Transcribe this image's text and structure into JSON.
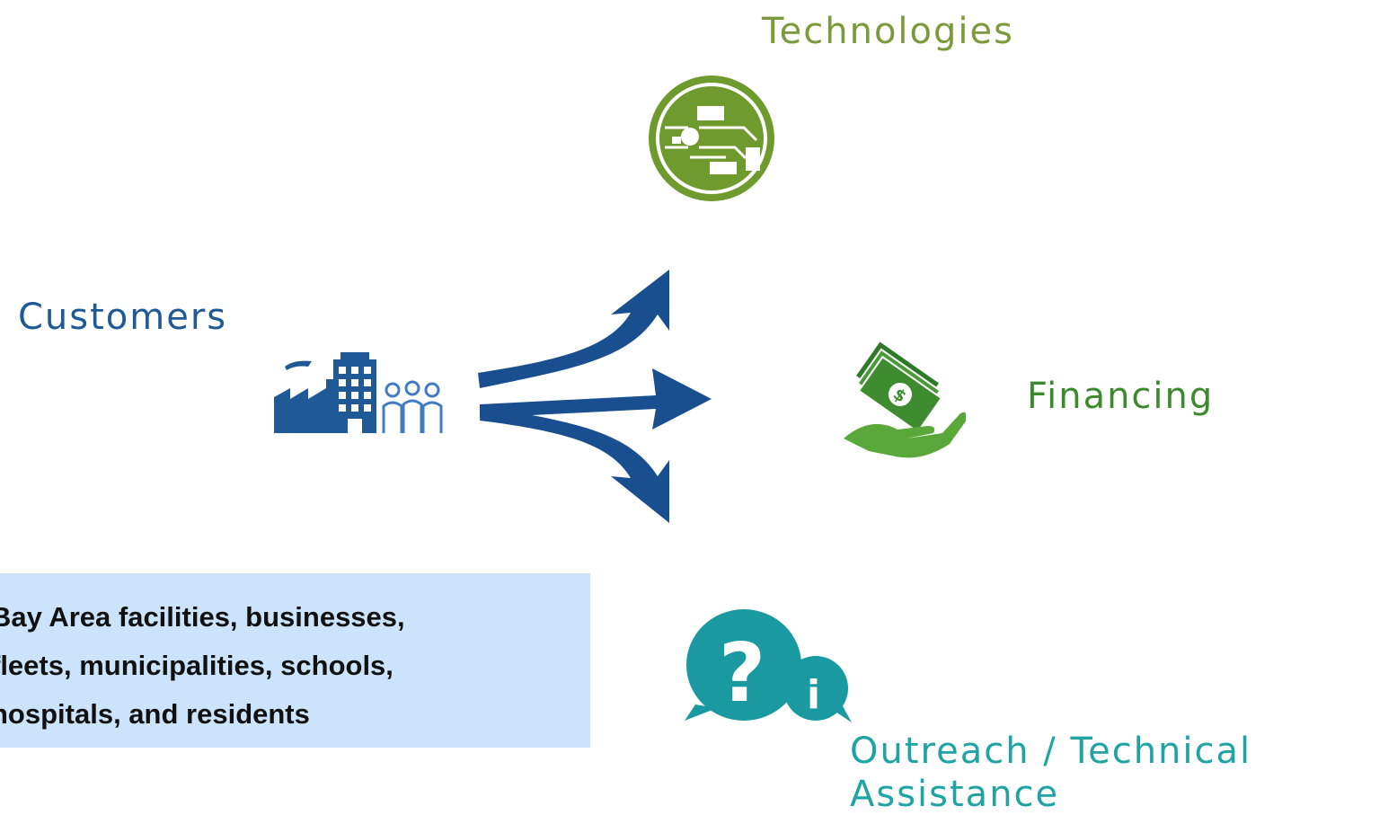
{
  "labels": {
    "technologies": "Technologies",
    "customers": "Customers",
    "financing": "Financing",
    "outreach": "Outreach / Technical Assistance"
  },
  "description": "Bay Area facilities, businesses,\nfleets, municipalities, schools,\nhospitals, and residents",
  "icons": {
    "technologies": "circuit-board-icon",
    "customers": "factory-building-people-icon",
    "financing": "hand-holding-money-icon",
    "outreach": "question-info-bubbles-icon",
    "arrows": "three-way-split-arrow"
  },
  "colors": {
    "technologies": "#7b9a3c",
    "customers": "#1f5a96",
    "financing": "#3d8a2e",
    "outreach": "#1fa3a3",
    "arrows": "#1a4f8f",
    "description_bg": "#cce4fb"
  }
}
